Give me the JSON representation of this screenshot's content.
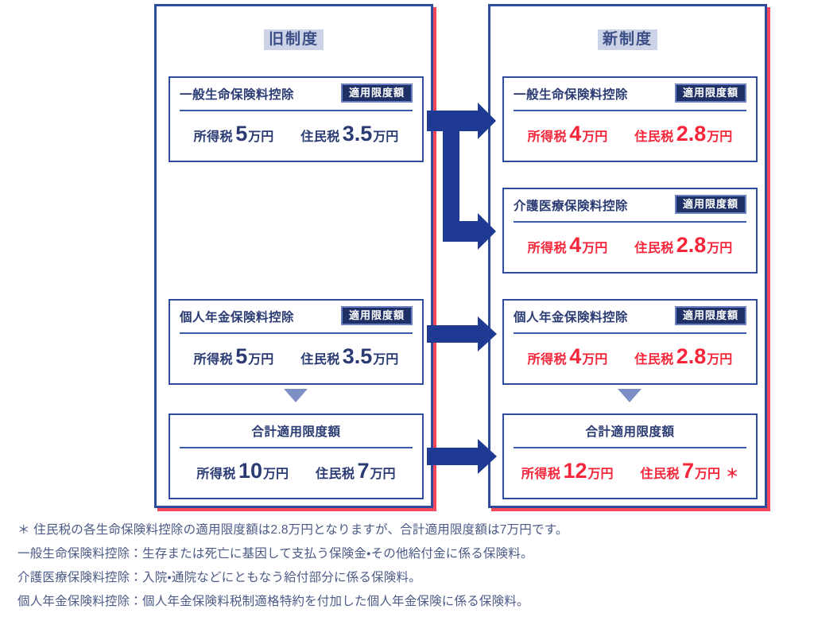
{
  "panels": [
    {
      "id": "old-system",
      "title": "旧制度",
      "cards": [
        {
          "id": "old-general",
          "label": "一般生命保険料控除",
          "badge": "適用限度額",
          "centered": false,
          "red": false,
          "amounts": [
            {
              "kind": "所得税",
              "num": "5",
              "unit": "万円",
              "asterisk": ""
            },
            {
              "kind": "住民税",
              "num": "3.5",
              "unit": "万円",
              "asterisk": ""
            }
          ]
        },
        {
          "id": "old-pension",
          "label": "個人年金保険料控除",
          "badge": "適用限度額",
          "centered": false,
          "red": false,
          "amounts": [
            {
              "kind": "所得税",
              "num": "5",
              "unit": "万円",
              "asterisk": ""
            },
            {
              "kind": "住民税",
              "num": "3.5",
              "unit": "万円",
              "asterisk": ""
            }
          ]
        },
        {
          "id": "old-total",
          "label": "合計適用限度額",
          "badge": "",
          "centered": true,
          "red": false,
          "amounts": [
            {
              "kind": "所得税",
              "num": "10",
              "unit": "万円",
              "asterisk": ""
            },
            {
              "kind": "住民税",
              "num": "7",
              "unit": "万円",
              "asterisk": ""
            }
          ]
        }
      ]
    },
    {
      "id": "new-system",
      "title": "新制度",
      "cards": [
        {
          "id": "new-general",
          "label": "一般生命保険料控除",
          "badge": "適用限度額",
          "centered": false,
          "red": true,
          "amounts": [
            {
              "kind": "所得税",
              "num": "4",
              "unit": "万円",
              "asterisk": ""
            },
            {
              "kind": "住民税",
              "num": "2.8",
              "unit": "万円",
              "asterisk": ""
            }
          ]
        },
        {
          "id": "new-care",
          "label": "介護医療保険料控除",
          "badge": "適用限度額",
          "centered": false,
          "red": true,
          "amounts": [
            {
              "kind": "所得税",
              "num": "4",
              "unit": "万円",
              "asterisk": ""
            },
            {
              "kind": "住民税",
              "num": "2.8",
              "unit": "万円",
              "asterisk": ""
            }
          ]
        },
        {
          "id": "new-pension",
          "label": "個人年金保険料控除",
          "badge": "適用限度額",
          "centered": false,
          "red": true,
          "amounts": [
            {
              "kind": "所得税",
              "num": "4",
              "unit": "万円",
              "asterisk": ""
            },
            {
              "kind": "住民税",
              "num": "2.8",
              "unit": "万円",
              "asterisk": ""
            }
          ]
        },
        {
          "id": "new-total",
          "label": "合計適用限度額",
          "badge": "",
          "centered": true,
          "red": true,
          "amounts": [
            {
              "kind": "所得税",
              "num": "12",
              "unit": "万円",
              "asterisk": ""
            },
            {
              "kind": "住民税",
              "num": "7",
              "unit": "万円",
              "asterisk": "＊"
            }
          ]
        }
      ]
    }
  ],
  "notes": [
    "＊ 住民税の各生命保険料控除の適用限度額は2.8万円となりますが、合計適用限度額は7万円です。",
    "一般生命保険料控除：生存または死亡に基因して支払う保険金・その他給付金に係る保険料。",
    "介護医療保険料控除：入院・通院などにともなう給付部分に係る保険料。",
    "個人年金保険料控除：個人年金保険料税制適格特約を付加した個人年金保険に係る保険料。"
  ],
  "colors": {
    "navy": "#2f4b9b",
    "deep_navy": "#1f3066",
    "red": "#f5253a",
    "shadow_red": "#f5485a",
    "muted_blue": "#7d8fc4",
    "title_highlight": "#cdd3e6"
  }
}
